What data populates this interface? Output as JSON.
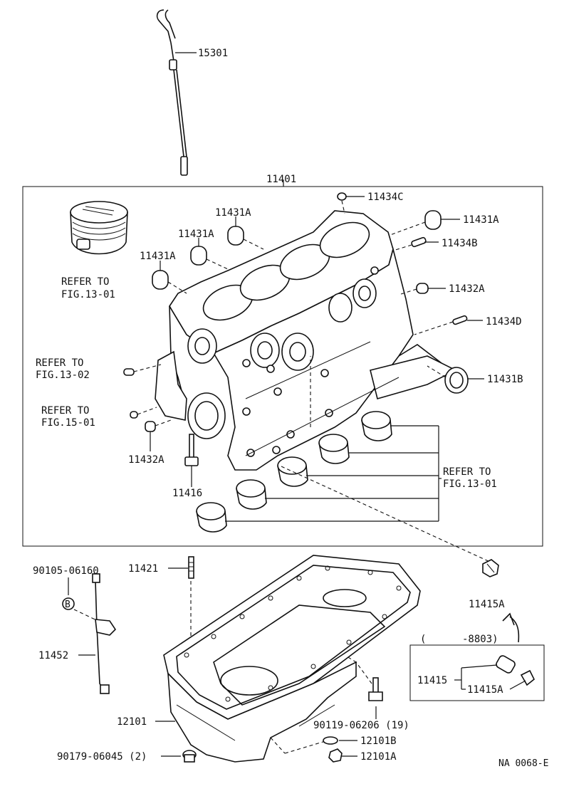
{
  "labels": {
    "dipstick": "15301",
    "block_assy": "11401",
    "plug_c": "11434C",
    "plug_a_right": "11431A",
    "plug_a_1": "11431A",
    "plug_a_2": "11431A",
    "plug_a_3": "11431A",
    "pin_b": "11434B",
    "plug_432a_right": "11432A",
    "pin_d": "11434D",
    "plug_b": "11431B",
    "plug_432a_left": "11432A",
    "stud": "11416",
    "stud_pan": "11421",
    "drain_plug_415a": "11415A",
    "bolt_90105": "90105-06160",
    "guide_tube": "11452",
    "oil_pan": "12101",
    "bolt_90119": "90119-06206 (19)",
    "plug_90179": "90179-06045 (2)",
    "gasket_b": "12101B",
    "plug_12101a": "12101A",
    "inset_range": "(      -8803)",
    "inset_part": "11415",
    "inset_sub": "11415A",
    "marker_b": "B",
    "ref_code": "NA 0068-E"
  },
  "refs": {
    "piston_l1": "REFER TO",
    "piston_l2": "FIG.13-01",
    "left1_l1": "REFER TO",
    "left1_l2": "FIG.13-02",
    "left2_l1": "REFER TO",
    "left2_l2": "FIG.15-01",
    "bearing_l1": "REFER TO",
    "bearing_l2": "FIG.13-01"
  }
}
